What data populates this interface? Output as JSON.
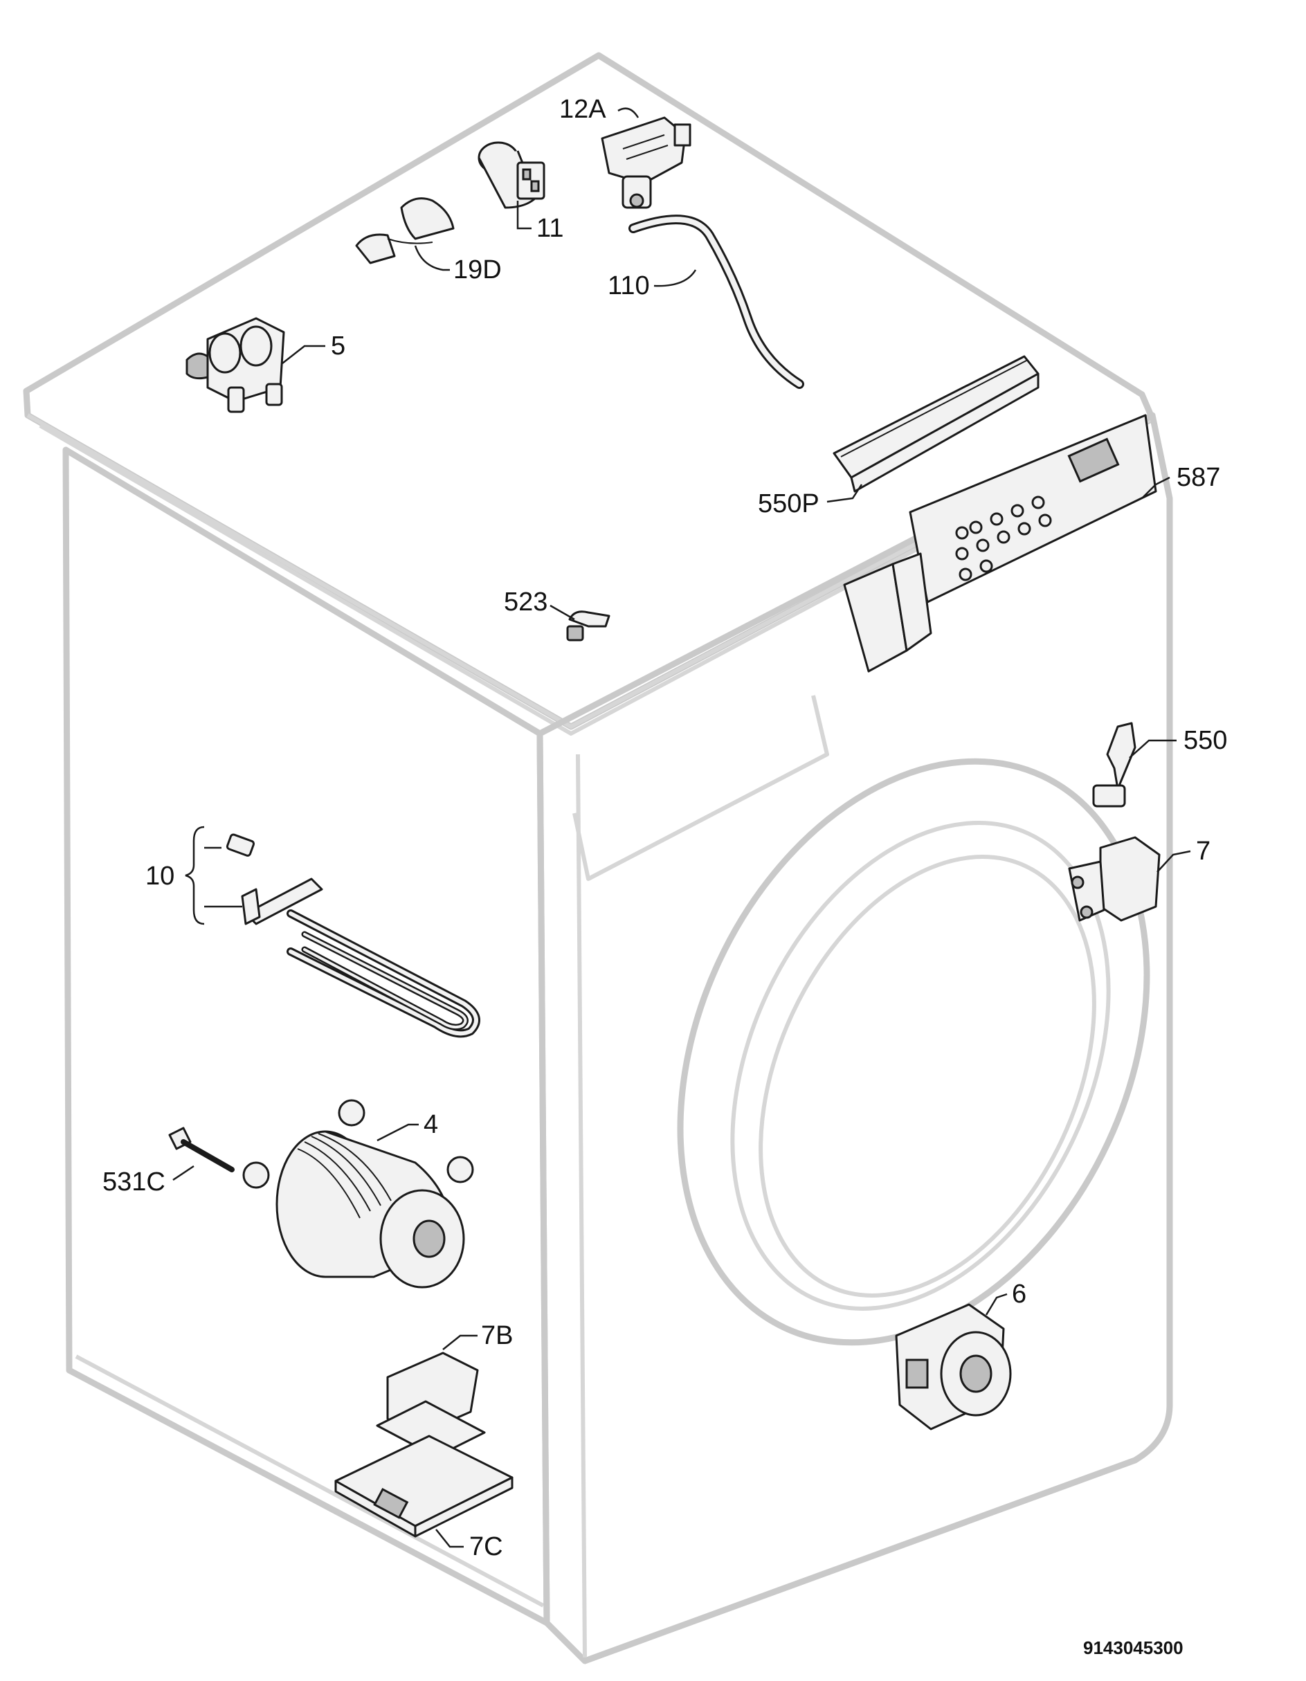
{
  "diagram": {
    "document_code": "9143045300",
    "parts": [
      {
        "id": "12A",
        "label": "12A"
      },
      {
        "id": "11",
        "label": "11"
      },
      {
        "id": "19D",
        "label": "19D"
      },
      {
        "id": "110",
        "label": "110"
      },
      {
        "id": "5",
        "label": "5"
      },
      {
        "id": "550P",
        "label": "550P"
      },
      {
        "id": "587",
        "label": "587"
      },
      {
        "id": "523",
        "label": "523"
      },
      {
        "id": "550",
        "label": "550"
      },
      {
        "id": "7",
        "label": "7"
      },
      {
        "id": "10",
        "label": "10"
      },
      {
        "id": "4",
        "label": "4"
      },
      {
        "id": "531C",
        "label": "531C"
      },
      {
        "id": "6",
        "label": "6"
      },
      {
        "id": "7B",
        "label": "7B"
      },
      {
        "id": "7C",
        "label": "7C"
      }
    ]
  }
}
